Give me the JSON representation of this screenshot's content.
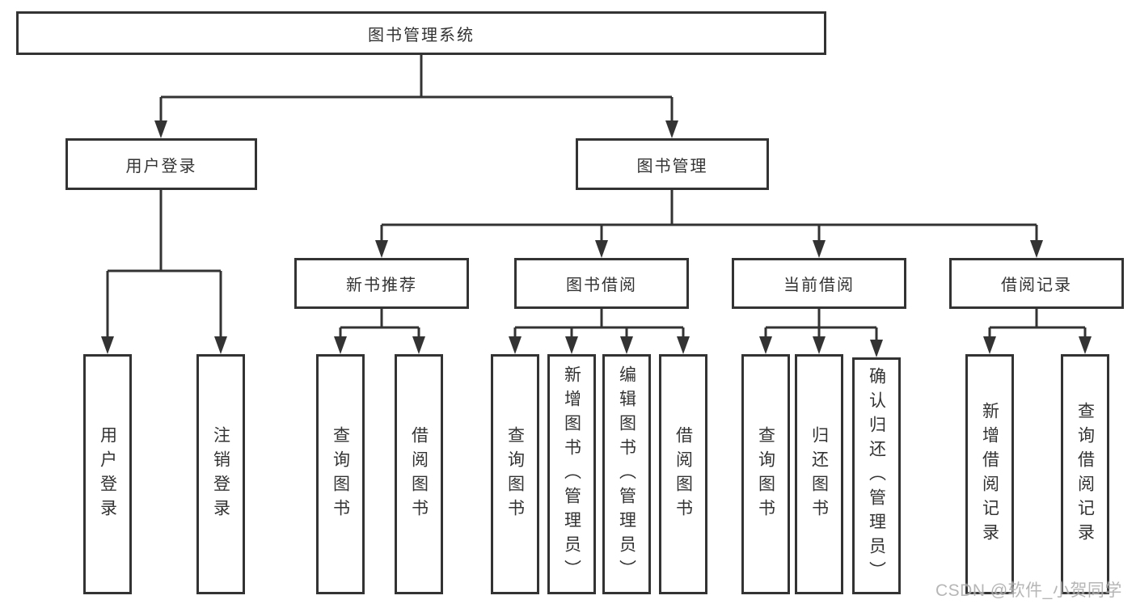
{
  "diagram": {
    "nodes": [
      {
        "id": "root",
        "label": "图书管理系统",
        "parent": null
      },
      {
        "id": "user-login",
        "label": "用户登录",
        "parent": "root"
      },
      {
        "id": "book-mgmt",
        "label": "图书管理",
        "parent": "root"
      },
      {
        "id": "login",
        "label": "用户登录",
        "parent": "user-login"
      },
      {
        "id": "logout",
        "label": "注销登录",
        "parent": "user-login"
      },
      {
        "id": "new-book-rec",
        "label": "新书推荐",
        "parent": "book-mgmt"
      },
      {
        "id": "book-borrow",
        "label": "图书借阅",
        "parent": "book-mgmt"
      },
      {
        "id": "current-borrow",
        "label": "当前借阅",
        "parent": "book-mgmt"
      },
      {
        "id": "borrow-records",
        "label": "借阅记录",
        "parent": "book-mgmt"
      },
      {
        "id": "nbr-query-books",
        "label": "查询图书",
        "parent": "new-book-rec"
      },
      {
        "id": "nbr-borrow-books",
        "label": "借阅图书",
        "parent": "new-book-rec"
      },
      {
        "id": "bb-query-books",
        "label": "查询图书",
        "parent": "book-borrow"
      },
      {
        "id": "bb-add-books",
        "label": "新增图书（管理员）",
        "parent": "book-borrow"
      },
      {
        "id": "bb-edit-books",
        "label": "编辑图书（管理员）",
        "parent": "book-borrow"
      },
      {
        "id": "bb-borrow-books",
        "label": "借阅图书",
        "parent": "book-borrow"
      },
      {
        "id": "cb-query-books",
        "label": "查询图书",
        "parent": "current-borrow"
      },
      {
        "id": "cb-return-books",
        "label": "归还图书",
        "parent": "current-borrow"
      },
      {
        "id": "cb-confirm-return",
        "label": "确认归还（管理员）",
        "parent": "current-borrow"
      },
      {
        "id": "br-add-record",
        "label": "新增借阅记录",
        "parent": "borrow-records"
      },
      {
        "id": "br-query-record",
        "label": "查询借阅记录",
        "parent": "borrow-records"
      }
    ]
  },
  "watermark": {
    "text": "CSDN @软件_小贺同学"
  },
  "colors": {
    "line": "#333333",
    "text": "#333333",
    "background": "#ffffff",
    "watermark": "#9e9e9e"
  }
}
